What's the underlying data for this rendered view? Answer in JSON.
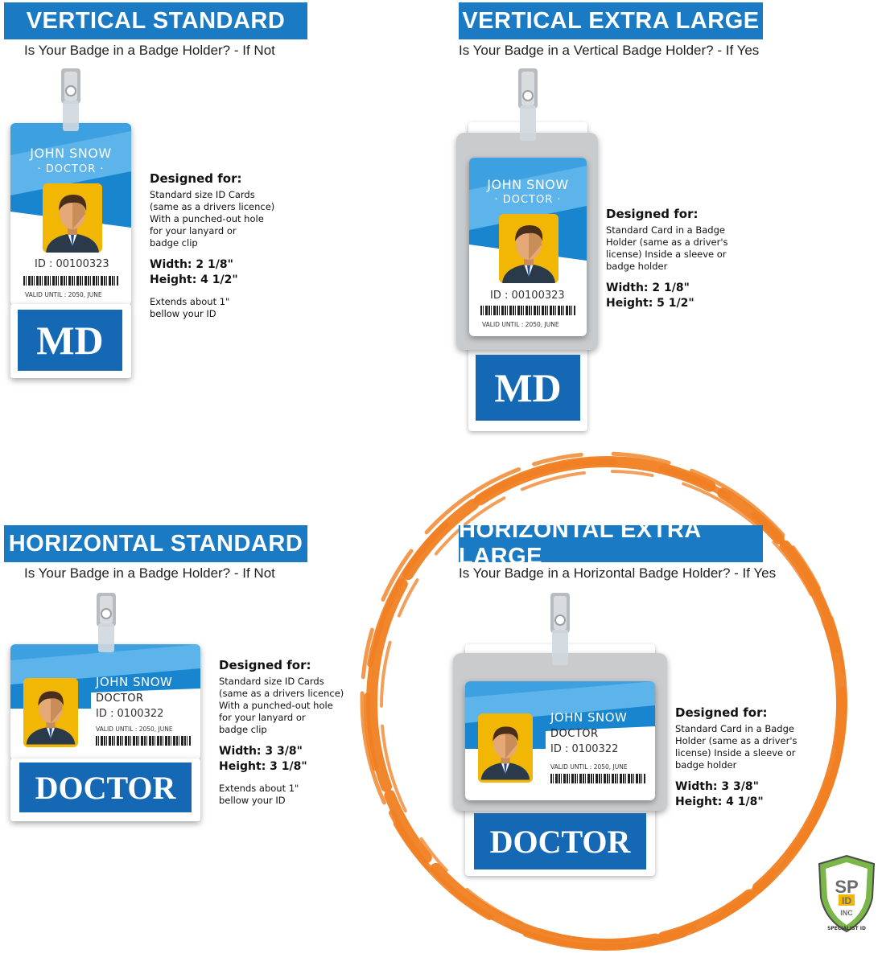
{
  "colors": {
    "banner": "#1a7ac4",
    "label_box": "#1568b3",
    "ring": "#f07f22",
    "photo_bg": "#f2b705",
    "logo_green": "#7ab648"
  },
  "panels": {
    "vertical_standard": {
      "banner": "VERTICAL STANDARD",
      "question": "Is Your Badge in a Badge Holder? - If Not",
      "card": {
        "name": "JOHN SNOW",
        "role": "· DOCTOR ·",
        "id": "ID : 00100323",
        "valid": "VALID UNTIL : 2050, JUNE",
        "label": "MD"
      },
      "designed_for_heading": "Designed for:",
      "designed_for_body": "Standard size ID Cards\n(same as a drivers licence)\nWith a punched-out hole\nfor your lanyard or\nbadge clip",
      "width": "Width: 2 1/8\"",
      "height": "Height: 4 1/2\"",
      "extends": "Extends about 1\"\nbellow your ID"
    },
    "vertical_extra_large": {
      "banner": "VERTICAL  EXTRA LARGE",
      "question": "Is Your Badge in a Vertical Badge Holder? - If Yes",
      "card": {
        "name": "JOHN SNOW",
        "role": "· DOCTOR ·",
        "id": "ID : 00100323",
        "valid": "VALID UNTIL : 2050, JUNE",
        "label": "MD"
      },
      "designed_for_heading": "Designed for:",
      "designed_for_body": "Standard Card in a Badge\nHolder (same as a driver's\nlicense) Inside a sleeve or\nbadge holder",
      "width": "Width: 2 1/8\"",
      "height": "Height: 5 1/2\""
    },
    "horizontal_standard": {
      "banner": "HORIZONTAL STANDARD",
      "question": "Is Your Badge in a Badge Holder? - If Not",
      "card": {
        "name": "JOHN SNOW",
        "role": "DOCTOR",
        "id": "ID : 0100322",
        "valid": "VALID UNTIL : 2050, JUNE",
        "label": "DOCTOR"
      },
      "designed_for_heading": "Designed for:",
      "designed_for_body": "Standard size ID Cards\n(same as a drivers licence)\nWith a punched-out hole\nfor your lanyard or\nbadge clip",
      "width": "Width: 3 3/8\"",
      "height": "Height: 3 1/8\"",
      "extends": "Extends about 1\"\nbellow your ID"
    },
    "horizontal_extra_large": {
      "banner": "HORIZONTAL  EXTRA LARGE",
      "question": "Is Your Badge in a Horizontal Badge Holder? - If Yes",
      "card": {
        "name": "JOHN SNOW",
        "role": "DOCTOR",
        "id": "ID : 0100322",
        "valid": "VALID UNTIL : 2050, JUNE",
        "label": "DOCTOR"
      },
      "designed_for_heading": "Designed for:",
      "designed_for_body": "Standard Card in a Badge\nHolder (same as a driver's\nlicense) Inside a sleeve or\nbadge holder",
      "width": "Width: 3 3/8\"",
      "height": "Height: 4 1/8\""
    }
  },
  "logo": {
    "text": "SPECIALIST ID"
  }
}
